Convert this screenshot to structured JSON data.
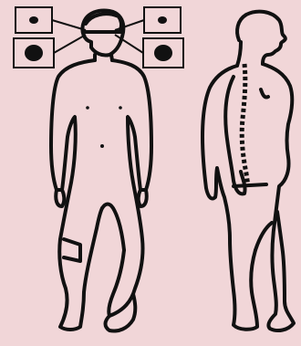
{
  "background_color": "#f1d6d8",
  "ink_color": "#111111",
  "illustration": {
    "front_figure": {
      "icon": "human-front-outline"
    },
    "eye_boxes": [
      {
        "position": "top-left",
        "pupil": "small"
      },
      {
        "position": "bottom-left",
        "pupil": "large"
      },
      {
        "position": "top-right",
        "pupil": "small"
      },
      {
        "position": "bottom-right",
        "pupil": "large"
      }
    ],
    "side_figure": {
      "icon": "human-side-outline",
      "feature": "spine-dotted"
    }
  }
}
